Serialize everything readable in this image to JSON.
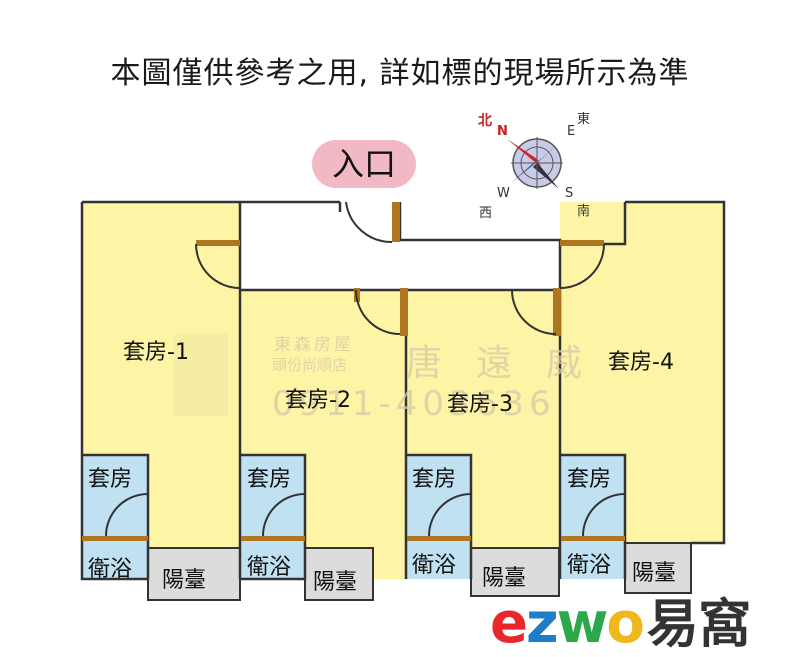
{
  "title": "本圖僅供參考之用, 詳如標的現場所示為準",
  "entrance_label": "入口",
  "compass": {
    "north_cn": "北",
    "north": "N",
    "east": "E",
    "east_cn": "東",
    "west": "W",
    "west_cn": "西",
    "south": "S",
    "south_cn": "南"
  },
  "rooms": [
    {
      "name": "套房-1",
      "bath": "套房",
      "bath2": "衛浴",
      "balcony": "陽臺"
    },
    {
      "name": "套房-2",
      "bath": "套房",
      "bath2": "衛浴",
      "balcony": "陽臺"
    },
    {
      "name": "套房-3",
      "bath": "套房",
      "bath2": "衛浴",
      "balcony": "陽臺"
    },
    {
      "name": "套房-4",
      "bath": "套房",
      "bath2": "衛浴",
      "balcony": "陽臺"
    }
  ],
  "watermark": {
    "company": "東森房屋",
    "branch": "頭份尚順店",
    "agent": "唐遠威",
    "phone": "0911-403636"
  },
  "brand": {
    "latin_e": "e",
    "latin_z": "z",
    "latin_w": "w",
    "latin_o": "o",
    "cn": "易窩"
  },
  "colors": {
    "room": "#fdf4a6",
    "bath": "#bfe1f2",
    "balcony": "#dcdcdc",
    "door": "#b07520",
    "entrance": "#f2b8c3"
  }
}
